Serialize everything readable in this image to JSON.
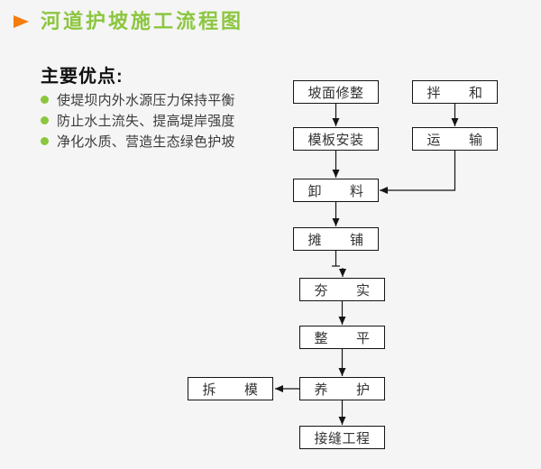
{
  "header": {
    "title": "河道护坡施工流程图",
    "title_color": "#8cc63e",
    "arrow_icon_color": "#f57d0e"
  },
  "advantages": {
    "heading": "主要优点:",
    "bullet_color": "#8cc63e",
    "items": [
      "使堤坝内外水源压力保持平衡",
      "防止水土流失、提高堤岸强度",
      "净化水质、营造生态绿色护坡"
    ]
  },
  "flowchart": {
    "box_background": "#ffffff",
    "line_color": "#141414",
    "nodes": [
      {
        "id": "slope-trim",
        "label": "坡面修整"
      },
      {
        "id": "formwork-install",
        "label": "模板安装"
      },
      {
        "id": "unload",
        "label": "卸　　料"
      },
      {
        "id": "spread",
        "label": "摊　　铺"
      },
      {
        "id": "compact",
        "label": "夯　　实"
      },
      {
        "id": "level",
        "label": "整　　平"
      },
      {
        "id": "curing",
        "label": "养　　护"
      },
      {
        "id": "joint-work",
        "label": "接缝工程"
      },
      {
        "id": "mixing",
        "label": "拌　　和"
      },
      {
        "id": "transport",
        "label": "运　　输"
      },
      {
        "id": "formwork-removal",
        "label": "拆　　模"
      }
    ],
    "edges": [
      {
        "from": "slope-trim",
        "to": "formwork-install"
      },
      {
        "from": "formwork-install",
        "to": "unload"
      },
      {
        "from": "unload",
        "to": "spread"
      },
      {
        "from": "spread",
        "to": "compact"
      },
      {
        "from": "compact",
        "to": "level"
      },
      {
        "from": "level",
        "to": "curing"
      },
      {
        "from": "curing",
        "to": "joint-work"
      },
      {
        "from": "mixing",
        "to": "transport"
      },
      {
        "from": "transport",
        "to": "unload"
      },
      {
        "from": "curing",
        "to": "formwork-removal"
      }
    ]
  },
  "page": {
    "background_color": "#f5f5f6"
  }
}
